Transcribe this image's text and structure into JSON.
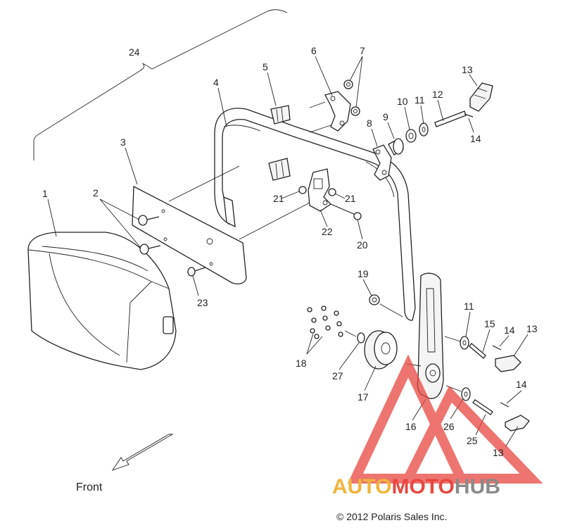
{
  "callouts": [
    {
      "id": "c1",
      "label": "1"
    },
    {
      "id": "c2",
      "label": "2"
    },
    {
      "id": "c3",
      "label": "3"
    },
    {
      "id": "c4",
      "label": "4"
    },
    {
      "id": "c5",
      "label": "5"
    },
    {
      "id": "c6",
      "label": "6"
    },
    {
      "id": "c7",
      "label": "7"
    },
    {
      "id": "c8",
      "label": "8"
    },
    {
      "id": "c9",
      "label": "9"
    },
    {
      "id": "c10",
      "label": "10"
    },
    {
      "id": "c11a",
      "label": "11"
    },
    {
      "id": "c11b",
      "label": "11"
    },
    {
      "id": "c12",
      "label": "12"
    },
    {
      "id": "c13a",
      "label": "13"
    },
    {
      "id": "c13b",
      "label": "13"
    },
    {
      "id": "c13c",
      "label": "13"
    },
    {
      "id": "c14a",
      "label": "14"
    },
    {
      "id": "c14b",
      "label": "14"
    },
    {
      "id": "c14c",
      "label": "14"
    },
    {
      "id": "c15",
      "label": "15"
    },
    {
      "id": "c16",
      "label": "16"
    },
    {
      "id": "c17",
      "label": "17"
    },
    {
      "id": "c18",
      "label": "18"
    },
    {
      "id": "c19",
      "label": "19"
    },
    {
      "id": "c20",
      "label": "20"
    },
    {
      "id": "c21a",
      "label": "21"
    },
    {
      "id": "c21b",
      "label": "21"
    },
    {
      "id": "c22",
      "label": "22"
    },
    {
      "id": "c23",
      "label": "23"
    },
    {
      "id": "c24",
      "label": "24"
    },
    {
      "id": "c25",
      "label": "25"
    },
    {
      "id": "c26",
      "label": "26"
    },
    {
      "id": "c27",
      "label": "27"
    }
  ],
  "direction_label": "Front",
  "copyright": "© 2012 Polaris Sales Inc.",
  "watermark": {
    "part1": "AUTO",
    "part2": "MOTO",
    "part3": "HUB",
    "color_auto": "#f2b33d",
    "color_moto": "#e8463f",
    "color_hub": "#8a8a8a"
  }
}
